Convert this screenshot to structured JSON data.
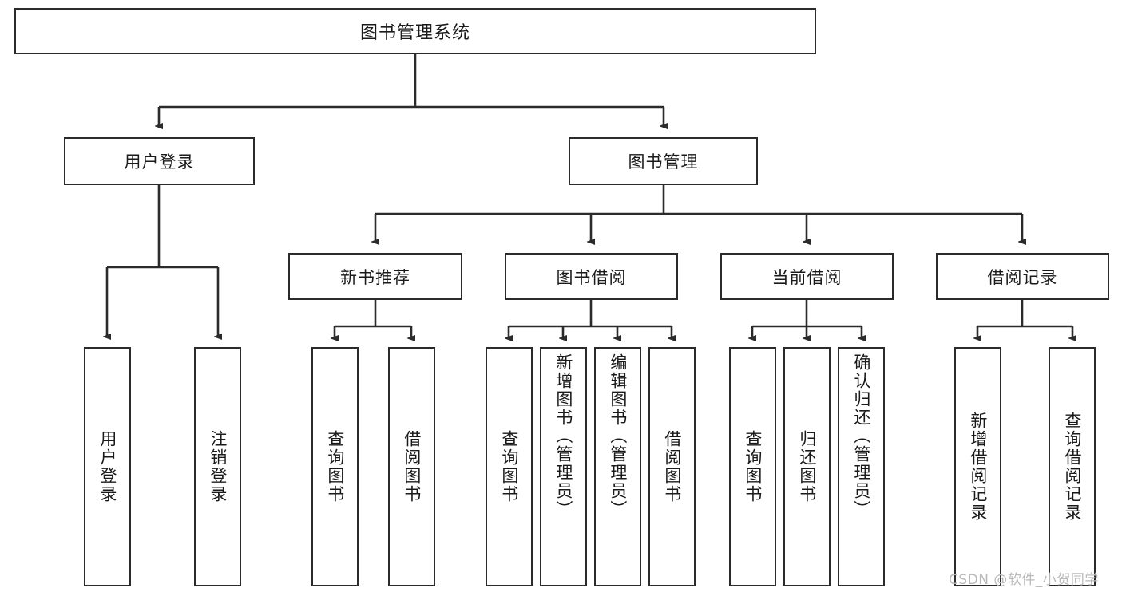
{
  "diagram": {
    "title": "图书管理系统",
    "watermark": "CSDN @软件_小贺同学",
    "root": {
      "label": "图书管理系统"
    },
    "level1": [
      {
        "label": "用户登录"
      },
      {
        "label": "图书管理"
      }
    ],
    "level2": [
      {
        "label": "新书推荐"
      },
      {
        "label": "图书借阅"
      },
      {
        "label": "当前借阅"
      },
      {
        "label": "借阅记录"
      }
    ],
    "leaves": {
      "user_login": [
        {
          "label": "用户登录"
        },
        {
          "label": "注销登录"
        }
      ],
      "new_book_recommend": [
        {
          "label": "查询图书"
        },
        {
          "label": "借阅图书"
        }
      ],
      "book_borrow": [
        {
          "label": "查询图书"
        },
        {
          "label": "新增图书（管理员）"
        },
        {
          "label": "编辑图书（管理员）"
        },
        {
          "label": "借阅图书"
        }
      ],
      "current_borrow": [
        {
          "label": "查询图书"
        },
        {
          "label": "归还图书"
        },
        {
          "label": "确认归还（管理员）"
        }
      ],
      "borrow_record": [
        {
          "label": "新增借阅记录"
        },
        {
          "label": "查询借阅记录"
        }
      ]
    },
    "colors": {
      "stroke": "#2b2b2b",
      "background": "#ffffff",
      "text": "#1a1a1a",
      "watermark": "#b9b9b9"
    }
  }
}
